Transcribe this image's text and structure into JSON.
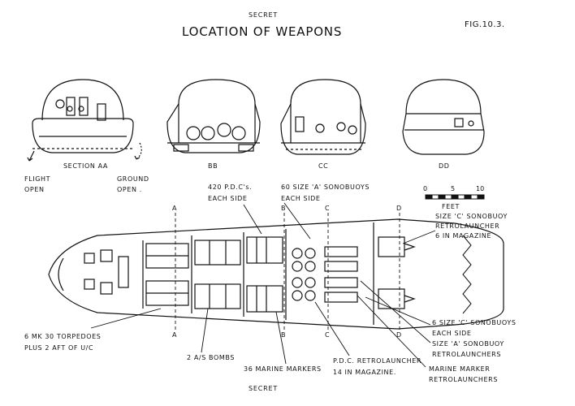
{
  "classification_top": "SECRET",
  "classification_bottom": "SECRET",
  "title": "LOCATION OF WEAPONS",
  "figure_number": "FIG.10.3.",
  "sections": {
    "aa": "SECTION AA",
    "bb": "BB",
    "cc": "CC",
    "dd": "DD",
    "flight": "FLIGHT",
    "open1": "OPEN",
    "ground": "GROUND",
    "open2": "OPEN ."
  },
  "scale": {
    "ticks": [
      "0",
      "5",
      "10"
    ],
    "unit": "FEET"
  },
  "section_marks": [
    "A",
    "B",
    "C",
    "D"
  ],
  "callouts": {
    "pdcs_1": "420 P.D.C's.",
    "pdcs_2": "EACH SIDE",
    "sonobuoys_a_1": "60 SIZE 'A' SONOBUOYS",
    "sonobuoys_a_2": "EACH SIDE",
    "size_c_1": "SIZE 'C' SONOBUOY",
    "size_c_2": "RETROLAUNCHER",
    "size_c_3": "6  IN MAGAZINE",
    "torpedoes_1": "6 MK 30 TORPEDOES",
    "torpedoes_2": "PLUS  2 AFT OF U/C",
    "bombs": "2 A/S BOMBS",
    "markers": "36 MARINE MARKERS",
    "pdc_retro_1": "P.D.C. RETROLAUNCHER",
    "pdc_retro_2": "14  IN  MAGAZINE.",
    "c_sonobuoys_1": "6 SIZE 'C' SONOBUOYS",
    "c_sonobuoys_2": "EACH SIDE",
    "a_retro_1": "SIZE 'A' SONOBUOY",
    "a_retro_2": "RETROLAUNCHERS",
    "marine_retro_1": "MARINE  MARKER",
    "marine_retro_2": "RETROLAUNCHERS"
  }
}
